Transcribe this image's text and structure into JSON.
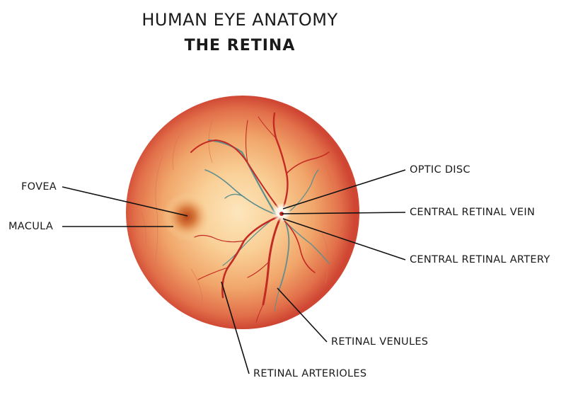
{
  "title": {
    "main": "HUMAN EYE ANATOMY",
    "sub": "THE RETINA"
  },
  "colors": {
    "retina_outer": "#d8523a",
    "retina_mid": "#ee9a60",
    "retina_inner": "#fbdba8",
    "artery": "#c42a24",
    "vein": "#5f8f8e",
    "optic_disc": "#ffffff",
    "fovea": "#c0521e",
    "leader_line": "#111111"
  },
  "labels": {
    "fovea": "FOVEA",
    "macula": "MACULA",
    "optic_disc": "OPTIC DISC",
    "central_retinal_vein": "CENTRAL RETINAL VEIN",
    "central_retinal_artery": "CENTRAL RETINAL ARTERY",
    "retinal_venules": "RETINAL VENULES",
    "retinal_arterioles": "RETINAL ARTERIOLES"
  }
}
